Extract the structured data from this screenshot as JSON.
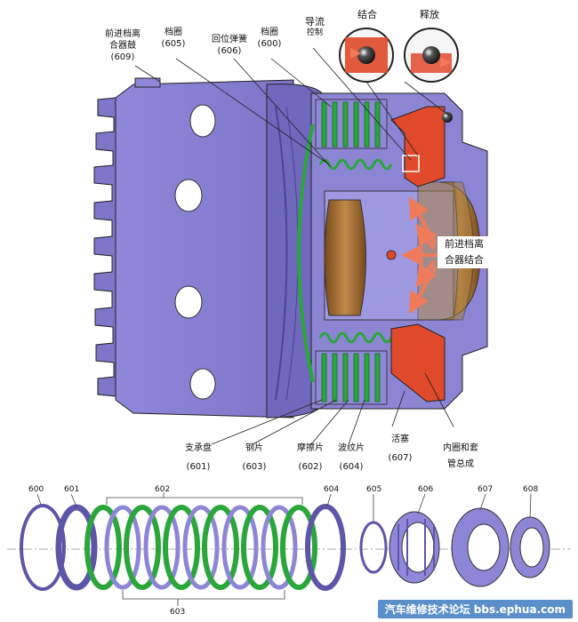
{
  "labels": {
    "forward_clutch_drum": {
      "name": "前进档离\n合器鼓",
      "num": "(609)"
    },
    "snap_ring_605": {
      "name": "档圈",
      "num": "(605)"
    },
    "return_spring": {
      "name": "回位弹簧",
      "num": "(606)"
    },
    "snap_ring_600": {
      "name": "档圈",
      "num": "(600)"
    },
    "flow_control": {
      "name": "导流",
      "sub": "控制"
    },
    "apply": "结合",
    "release": "释放",
    "forward_clutch_apply": "前进档离\n合器结合",
    "backing_plate": {
      "name": "支承盘",
      "num": "(601)"
    },
    "steel_plate": {
      "name": "钢片",
      "num": "(603)"
    },
    "friction_plate": {
      "name": "摩擦片",
      "num": "(602)"
    },
    "wave_plate": {
      "name": "波纹片",
      "num": "(604)"
    },
    "piston": {
      "name": "活塞",
      "num": "(607)"
    },
    "inner_seal_assembly": "内圈和套\n管总成"
  },
  "exploded_numbers": [
    "600",
    "601",
    "602",
    "604",
    "605",
    "606",
    "607",
    "608",
    "603"
  ],
  "watermark": "汽车维修技术论坛 bbs.ephua.com",
  "colors": {
    "housing": "#8d86d6",
    "housing_dark": "#5d56a8",
    "friction_green": "#2aa63a",
    "piston_red": "#e0492a",
    "bronze": "#b07a3c"
  }
}
